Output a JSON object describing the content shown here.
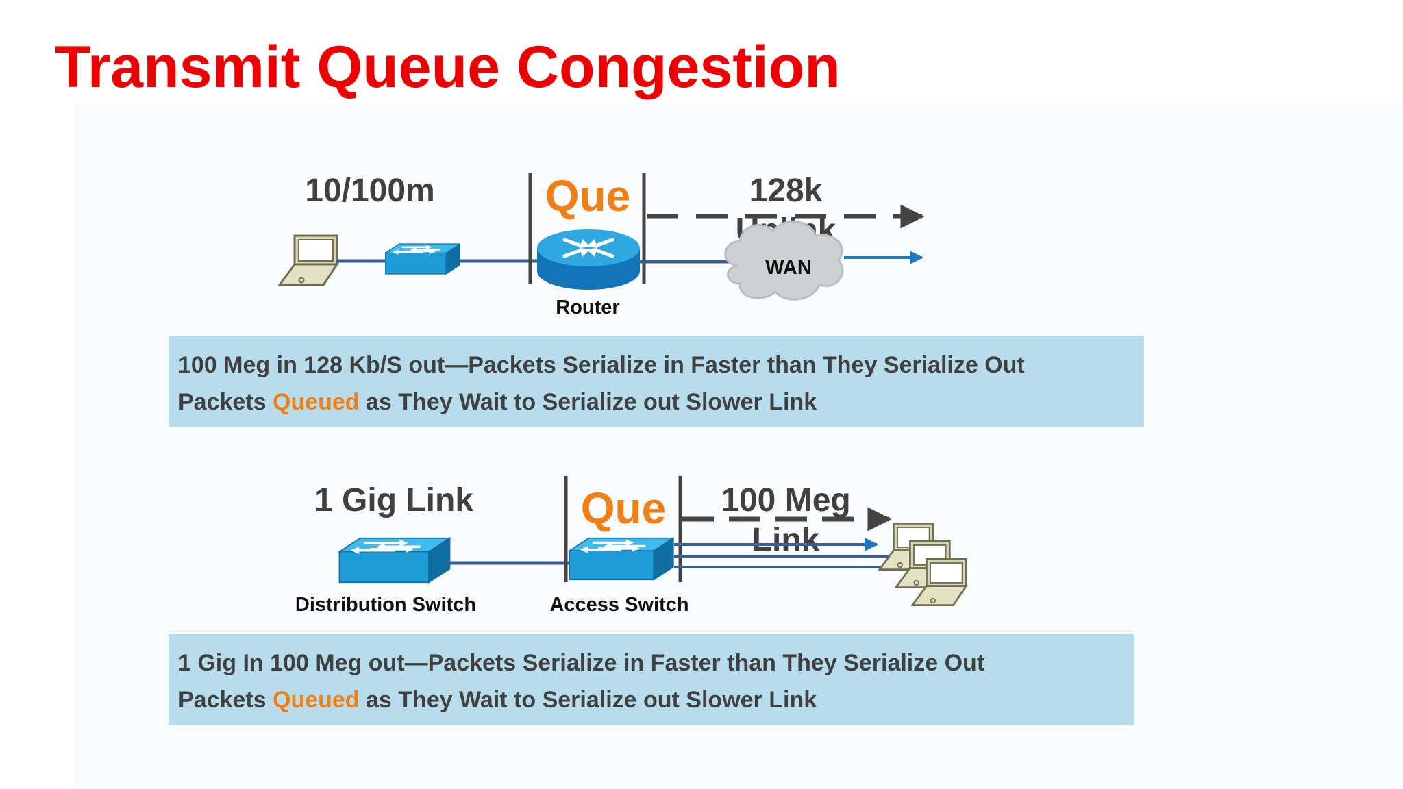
{
  "slide": {
    "title": "Transmit Queue Congestion"
  },
  "diagram_top": {
    "lan_speed": "10/100m",
    "queue_label": "Que",
    "uplink_speed": "128k",
    "uplink_word": "Uplink",
    "router_label": "Router",
    "wan_label": "WAN"
  },
  "note_top": {
    "line1": "100 Meg in 128 Kb/S out—Packets Serialize in Faster than They Serialize Out",
    "line2_start": "Packets ",
    "line2_highlight": "Queued",
    "line2_end": " as They Wait to Serialize out Slower Link"
  },
  "diagram_bottom": {
    "link_speed": "1 Gig Link",
    "queue_label": "Que",
    "out_speed": "100 Meg",
    "out_word": "Link",
    "distribution_switch_label": "Distribution Switch",
    "access_switch_label": "Access Switch"
  },
  "note_bottom": {
    "line1": "1 Gig In 100 Meg out—Packets Serialize in Faster than They Serialize Out",
    "line2_start": "Packets ",
    "line2_highlight": "Queued",
    "line2_end": " as They Wait to Serialize out Slower Link"
  },
  "colors": {
    "title": "#ee0000",
    "queue_orange": "#f07f14",
    "note_box": "#b7dcec",
    "text_dark": "#404040",
    "link_line": "#3a5f8f",
    "arrow_blue": "#1f77c4",
    "device_blue": "#1a9ad6"
  }
}
